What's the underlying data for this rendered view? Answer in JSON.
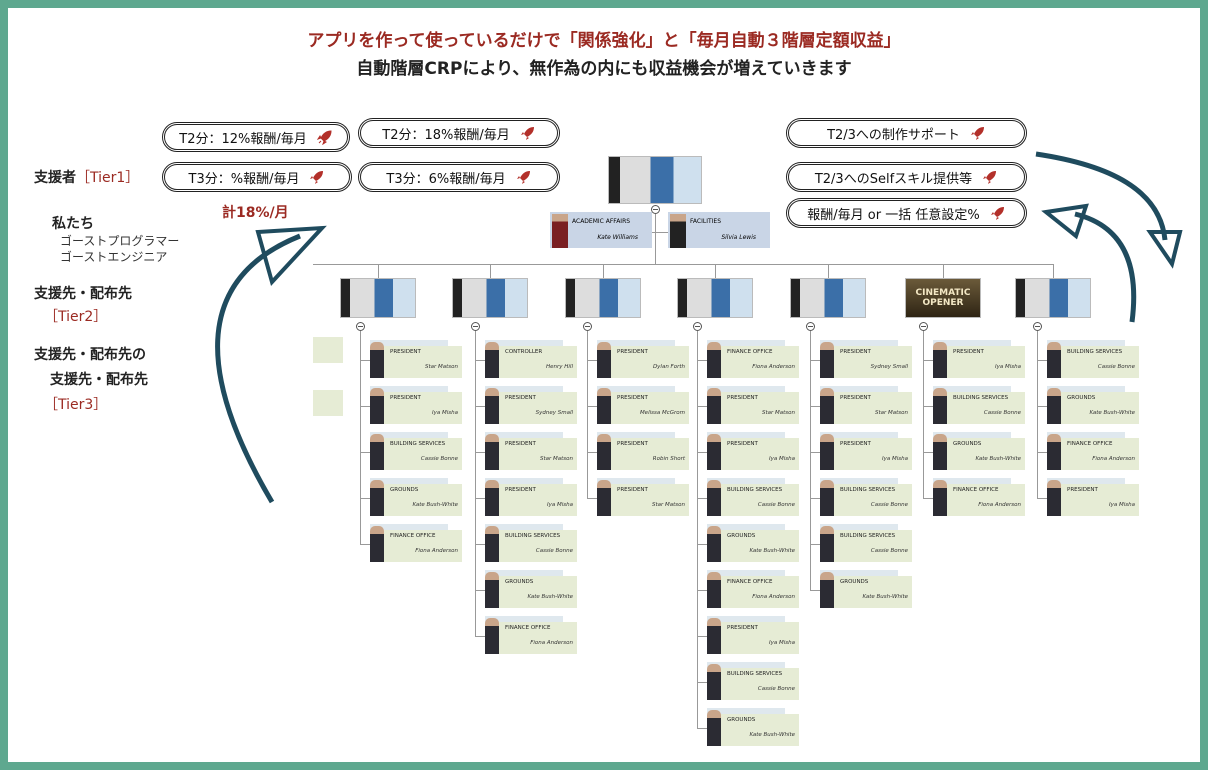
{
  "header": {
    "title": "アプリを作って使っているだけで「関係強化」と「毎月自動３階層定額収益」",
    "subtitle": "自動階層CRPにより、無作為の内にも収益機会が増えていきます"
  },
  "pills_left": [
    {
      "label": "T2分：12%報酬/毎月",
      "icon": "rocket-icon"
    },
    {
      "label": "T2分：18%報酬/毎月",
      "icon": "rocket-icon"
    },
    {
      "label": "T3分：%報酬/毎月",
      "icon": "rocket-icon"
    },
    {
      "label": "T3分：6%報酬/毎月",
      "icon": "rocket-icon"
    }
  ],
  "total": "計18%/月",
  "pills_right": [
    {
      "label": "T2/3への制作サポート",
      "icon": "rocket-icon"
    },
    {
      "label": "T2/3へのSelfスキル提供等",
      "icon": "rocket-icon"
    },
    {
      "label": "報酬/毎月 or 一括 任意設定%",
      "icon": "rocket-icon"
    }
  ],
  "left_labels": {
    "tier1": "支援者",
    "tier1_tag": "［Tier1］",
    "us": "私たち",
    "us_line1": "ゴーストプログラマー",
    "us_line2": "ゴーストエンジニア",
    "tier2": "支援先・配布先",
    "tier2_tag": "［Tier2］",
    "tier3_a": "支援先・配布先の",
    "tier3_b": "支援先・配布先",
    "tier3_tag": "［Tier3］"
  },
  "colors": {
    "accent_red": "#9b2a22",
    "frame": "#5ea88f",
    "arrow": "#1f4b5e"
  },
  "org": {
    "top": [
      {
        "role": "ACADEMIC AFFAIRS",
        "name": "Kate Williams"
      },
      {
        "role": "FACILITIES",
        "name": "Silvia Lewis"
      }
    ],
    "cinematic_thumb": "CINEMATIC OPENER",
    "columns": [
      [
        {
          "role": "PRESIDENT",
          "name": "Star Matson"
        },
        {
          "role": "PRESIDENT",
          "name": "Iya Misha"
        },
        {
          "role": "BUILDING SERVICES",
          "name": "Cassie Bonne"
        },
        {
          "role": "GROUNDS",
          "name": "Kate Bush-White"
        },
        {
          "role": "FINANCE OFFICE",
          "name": "Fiona Anderson"
        }
      ],
      [
        {
          "role": "CONTROLLER",
          "name": "Henry Hill"
        },
        {
          "role": "PRESIDENT",
          "name": "Sydney Small"
        },
        {
          "role": "PRESIDENT",
          "name": "Star Matson"
        },
        {
          "role": "PRESIDENT",
          "name": "Iya Misha"
        },
        {
          "role": "BUILDING SERVICES",
          "name": "Cassie Bonne"
        },
        {
          "role": "GROUNDS",
          "name": "Kate Bush-White"
        },
        {
          "role": "FINANCE OFFICE",
          "name": "Fiona Anderson"
        }
      ],
      [
        {
          "role": "PRESIDENT",
          "name": "Dylan Forth"
        },
        {
          "role": "PRESIDENT",
          "name": "Melissa McGrom"
        },
        {
          "role": "PRESIDENT",
          "name": "Robin Short"
        },
        {
          "role": "PRESIDENT",
          "name": "Star Matson"
        }
      ],
      [
        {
          "role": "FINANCE OFFICE",
          "name": "Fiona Anderson"
        },
        {
          "role": "PRESIDENT",
          "name": "Star Matson"
        },
        {
          "role": "PRESIDENT",
          "name": "Iya Misha"
        },
        {
          "role": "BUILDING SERVICES",
          "name": "Cassie Bonne"
        },
        {
          "role": "GROUNDS",
          "name": "Kate Bush-White"
        },
        {
          "role": "FINANCE OFFICE",
          "name": "Fiona Anderson"
        },
        {
          "role": "PRESIDENT",
          "name": "Iya Misha"
        },
        {
          "role": "BUILDING SERVICES",
          "name": "Cassie Bonne"
        },
        {
          "role": "GROUNDS",
          "name": "Kate Bush-White"
        }
      ],
      [
        {
          "role": "PRESIDENT",
          "name": "Sydney Small"
        },
        {
          "role": "PRESIDENT",
          "name": "Star Matson"
        },
        {
          "role": "PRESIDENT",
          "name": "Iya Misha"
        },
        {
          "role": "BUILDING SERVICES",
          "name": "Cassie Bonne"
        },
        {
          "role": "BUILDING SERVICES",
          "name": "Cassie Bonne"
        },
        {
          "role": "GROUNDS",
          "name": "Kate Bush-White"
        }
      ],
      [
        {
          "role": "PRESIDENT",
          "name": "Iya Misha"
        },
        {
          "role": "BUILDING SERVICES",
          "name": "Cassie Bonne"
        },
        {
          "role": "GROUNDS",
          "name": "Kate Bush-White"
        },
        {
          "role": "FINANCE OFFICE",
          "name": "Fiona Anderson"
        }
      ],
      [
        {
          "role": "BUILDING SERVICES",
          "name": "Cassie Bonne"
        },
        {
          "role": "GROUNDS",
          "name": "Kate Bush-White"
        },
        {
          "role": "FINANCE OFFICE",
          "name": "Fiona Anderson"
        },
        {
          "role": "PRESIDENT",
          "name": "Iya Misha"
        }
      ]
    ]
  }
}
